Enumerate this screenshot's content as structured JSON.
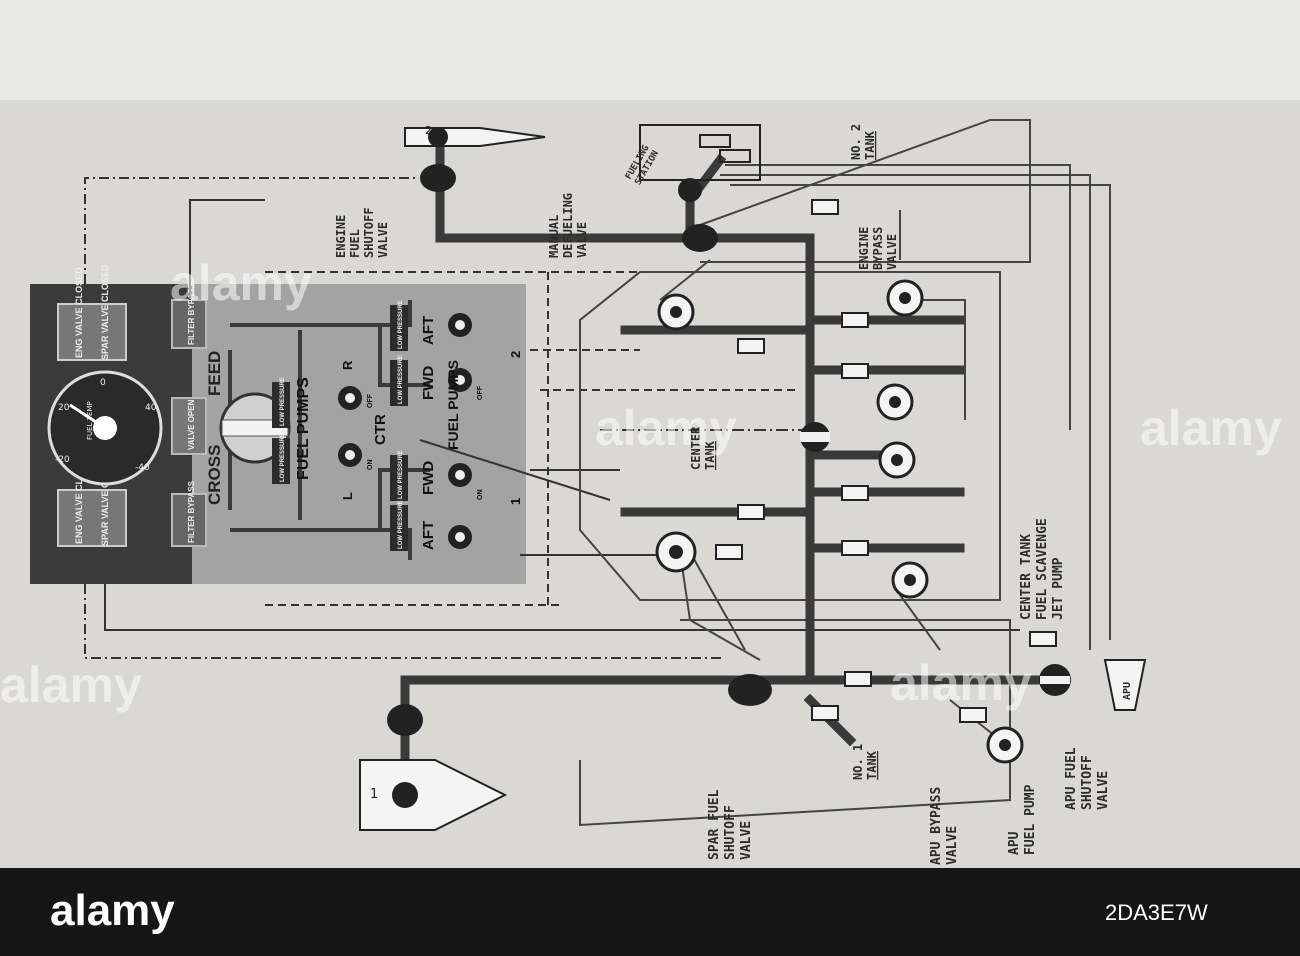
{
  "labels": {
    "engine_fuel_shutoff_valve": [
      "ENGINE",
      "FUEL",
      "SHUTOFF",
      "VALVE"
    ],
    "manual_defueling_valve": [
      "MANUAL",
      "DEFUELING",
      "VALVE"
    ],
    "fueling_station": [
      "FUELING",
      "STATION"
    ],
    "no2_tank": [
      "NO. 2",
      "TANK"
    ],
    "engine_bypass_valve": [
      "ENGINE",
      "BYPASS",
      "VALVE"
    ],
    "center_tank": [
      "CENTER",
      "TANK"
    ],
    "scavenge_pump": [
      "CENTER TANK",
      "FUEL SCAVENGE",
      "JET PUMP"
    ],
    "no1_tank": [
      "NO. 1",
      "TANK"
    ],
    "spar_fuel_shutoff_valve": [
      "SPAR FUEL",
      "SHUTOFF",
      "VALVE"
    ],
    "apu_bypass_valve": [
      "APU BYPASS",
      "VALVE"
    ],
    "apu_fuel_pump": [
      "APU",
      "FUEL PUMP"
    ],
    "apu_fuel_shutoff_valve": [
      "APU FUEL",
      "SHUTOFF",
      "VALVE"
    ],
    "apu": "APU",
    "engine_1": "1",
    "engine_2": "2"
  },
  "panel": {
    "eng_valve_closed": "ENG VALVE CLOSED",
    "spar_valve_closed": "SPAR VALVE CLOSED",
    "filter_bypass": "FILTER BYPASS",
    "valve_open": "VALVE OPEN",
    "crossfeed_left": "CROSS",
    "crossfeed_right": "FEED",
    "fuel_pumps": "FUEL PUMPS",
    "low_pressure": "LOW PRESSURE",
    "aft": "AFT",
    "fwd": "FWD",
    "ctr": "CTR",
    "on": "ON",
    "off": "OFF",
    "left": "L",
    "right": "R",
    "side_1": "1",
    "side_2": "2",
    "gauge_temp": "FUEL TEMP",
    "gauge_ticks": [
      "0",
      "20",
      "40",
      "-20",
      "-40"
    ]
  },
  "watermark": "alamy",
  "stock_id": "2DA3E7W",
  "colors": {
    "paper": "#dddcd8",
    "line": "#2e2e2e",
    "panel_dark": "#3a3a3a",
    "panel_light": "#9c9c9c"
  }
}
